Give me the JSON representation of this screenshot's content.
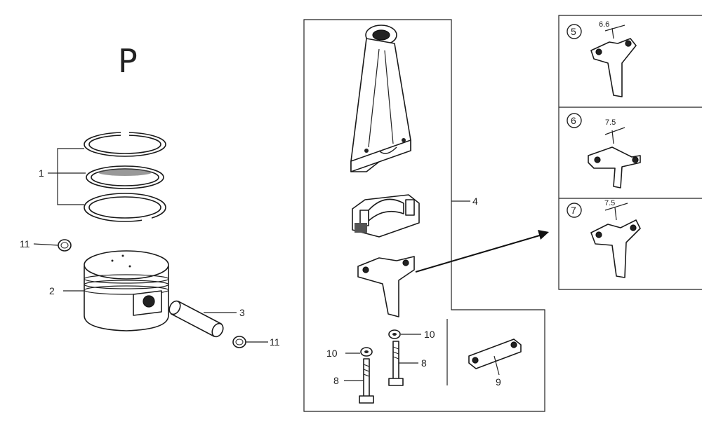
{
  "section_letter": "P",
  "callouts": {
    "c1": "1",
    "c2": "2",
    "c3": "3",
    "c4": "4",
    "c5": "5",
    "c6": "6",
    "c7": "7",
    "c8a": "8",
    "c8b": "8",
    "c9": "9",
    "c10a": "10",
    "c10b": "10",
    "c11a": "11",
    "c11b": "11"
  },
  "dimensions": {
    "d5": "6.6",
    "d6": "7.5",
    "d7": "7.5"
  }
}
